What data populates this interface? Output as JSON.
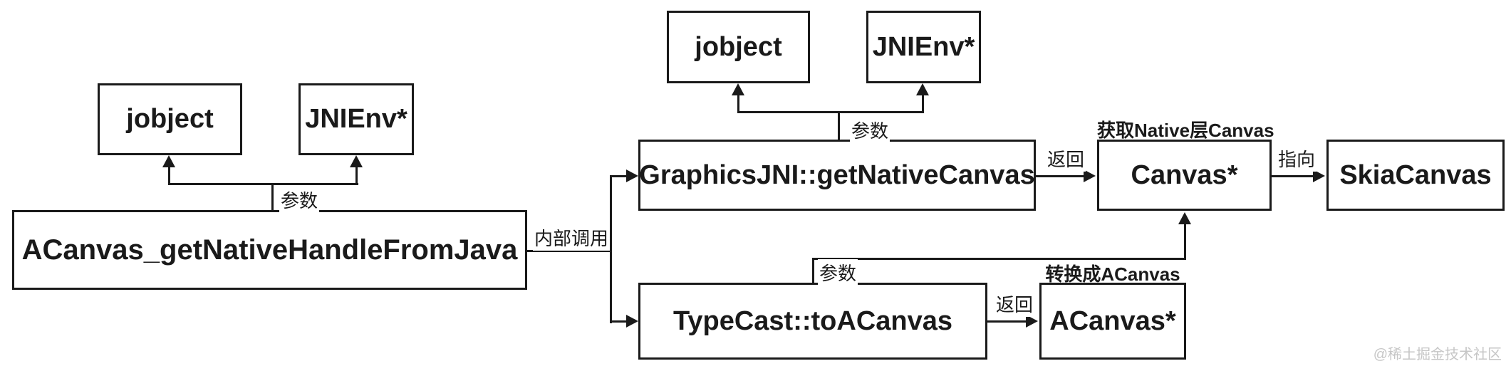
{
  "nodes": {
    "jobject_left": "jobject",
    "jnienv_left": "JNIEnv*",
    "acanvas_main": "ACanvas_getNativeHandleFromJava",
    "jobject_top": "jobject",
    "jnienv_top": "JNIEnv*",
    "graphicsjni": "GraphicsJNI::getNativeCanvas",
    "canvas_ptr": "Canvas*",
    "skiacanvas": "SkiaCanvas",
    "typecast": "TypeCast::toACanvas",
    "acanvas_ptr": "ACanvas*"
  },
  "edge_labels": {
    "params_left": "参数",
    "params_top": "参数",
    "params_bottom": "参数",
    "internal_call": "内部调用",
    "return_top": "返回",
    "points_to": "指向",
    "return_bottom": "返回"
  },
  "annotations": {
    "get_native_canvas": "获取Native层Canvas",
    "to_acanvas": "转换成ACanvas"
  },
  "watermark": "@稀土掘金技术社区",
  "colors": {
    "line": "#1a1a1a",
    "background": "#ffffff",
    "watermark": "#c6c6c6"
  }
}
